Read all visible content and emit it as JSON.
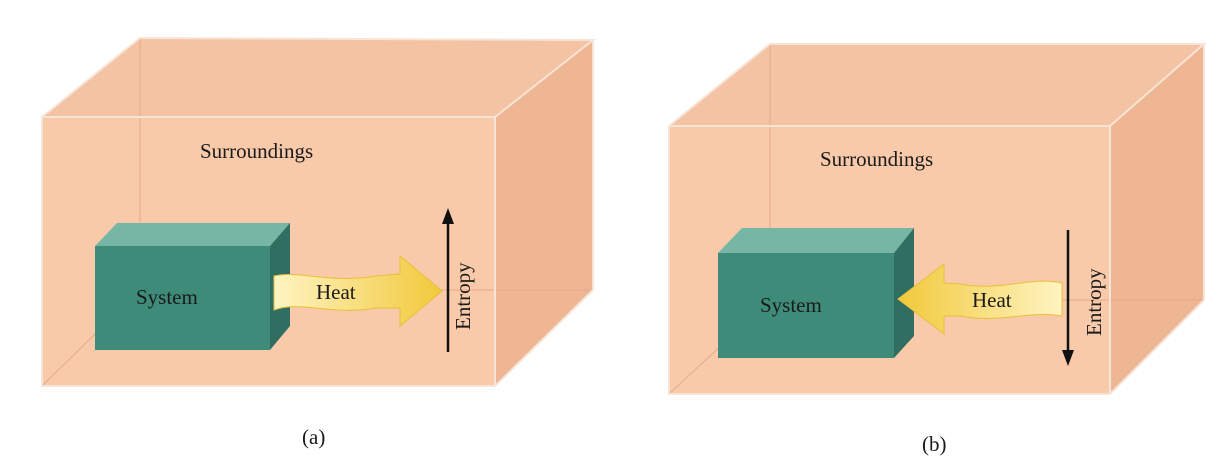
{
  "colors": {
    "surroundings_fill": "#f7c9a6",
    "surroundings_back": "#f2b896",
    "edge": "#e9a98a",
    "system_front": "#3f8c7b",
    "system_top": "#76b4a3",
    "system_side": "#2f6f62",
    "heat_arrow": "#f3d24a",
    "heat_arrow_light": "#fff3b5",
    "entropy_arrow": "#111111"
  },
  "panels": [
    {
      "surroundings_label": "Surroundings",
      "system_label": "System",
      "heat_label": "Heat",
      "entropy_label": "Entropy",
      "heat_direction": "out-of-system",
      "entropy_direction": "increase",
      "caption": "(a)"
    },
    {
      "surroundings_label": "Surroundings",
      "system_label": "System",
      "heat_label": "Heat",
      "entropy_label": "Entropy",
      "heat_direction": "into-system",
      "entropy_direction": "decrease",
      "caption": "(b)"
    }
  ]
}
